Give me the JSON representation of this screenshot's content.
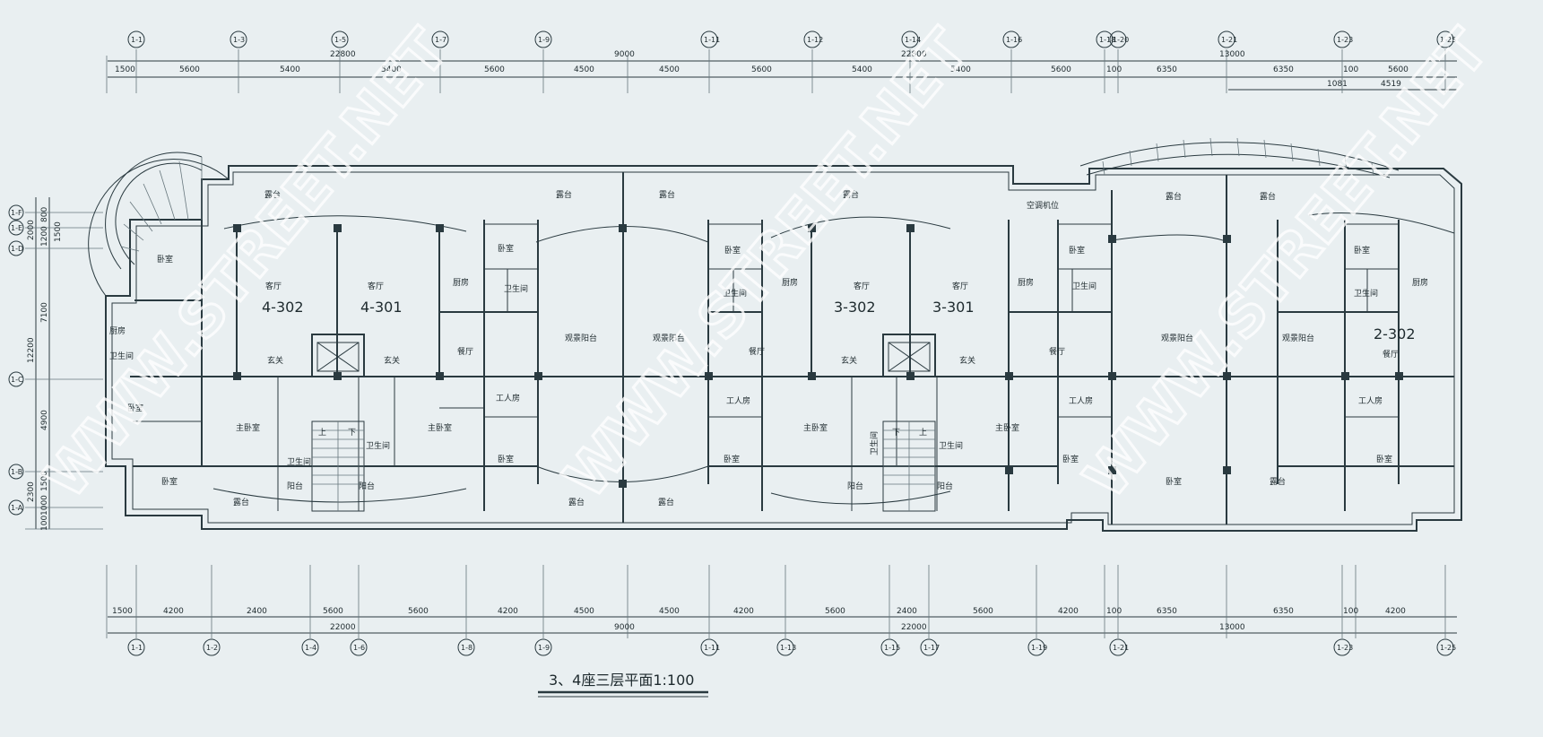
{
  "drawing": {
    "title": "3、4座三层平面1:100",
    "watermark": "WWW.STREET.NET"
  },
  "top_axes": [
    "1-1",
    "1-3",
    "1-5",
    "1-7",
    "1-9",
    "1-11",
    "1-12",
    "1-14",
    "1-16",
    "1-18",
    "1-20",
    "1-21",
    "1-23",
    "1-25"
  ],
  "bottom_axes": [
    "1-1",
    "1-2",
    "1-4",
    "1-6",
    "1-8",
    "1-9",
    "1-11",
    "1-13",
    "1-15",
    "1-17",
    "1-19",
    "1-21",
    "1-23",
    "1-25"
  ],
  "left_axes": [
    "1-F",
    "1-E",
    "1-D",
    "1-C",
    "1-B",
    "1-A"
  ],
  "top_dims": {
    "row1": [
      "22800",
      "9000",
      "22800",
      "13000"
    ],
    "row2": [
      "1500",
      "5600",
      "5400",
      "5400",
      "5600",
      "4500",
      "4500",
      "5600",
      "5400",
      "5400",
      "5600",
      "100",
      "6350",
      "6350",
      "100",
      "5600"
    ],
    "row3": [
      "1081",
      "4519"
    ]
  },
  "bottom_dims": {
    "row1": [
      "1500",
      "4200",
      "2400",
      "5600",
      "5600",
      "4200",
      "4500",
      "4500",
      "4200",
      "5600",
      "2400",
      "5600",
      "4200",
      "100",
      "6350",
      "6350",
      "100",
      "4200"
    ],
    "row2": [
      "22000",
      "9000",
      "22000",
      "13000"
    ]
  },
  "left_dims": [
    "800",
    "1200",
    "1500",
    "2000",
    "7100",
    "12200",
    "4900",
    "1500",
    "2300",
    "1000",
    "100"
  ],
  "units": [
    "4-302",
    "4-301",
    "3-302",
    "3-301",
    "2-302"
  ],
  "rooms": {
    "bedroom": "卧室",
    "living": "客厅",
    "kitchen": "厨房",
    "dining": "餐厅",
    "bath": "卫生间",
    "foyer": "玄关",
    "master": "主卧室",
    "balcony": "阳台",
    "lounge_balcony": "观景阳台",
    "terrace": "露台",
    "maid": "工人房",
    "air_platform": "空调机位",
    "up": "上",
    "down": "下"
  }
}
